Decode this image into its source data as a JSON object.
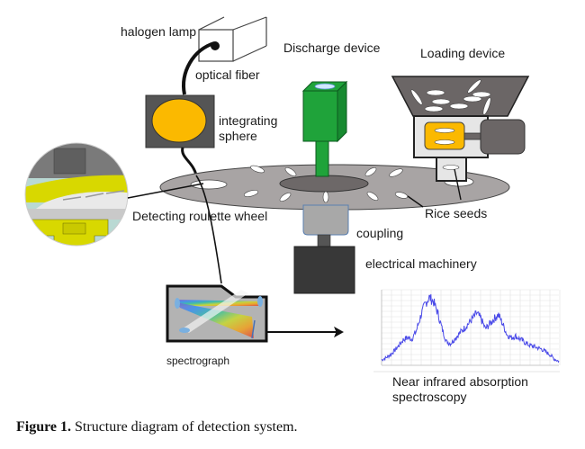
{
  "figure": {
    "caption_label": "Figure 1.",
    "caption_text": " Structure diagram of detection system."
  },
  "labels": {
    "halogen_lamp": "halogen lamp",
    "optical_fiber": "optical fiber",
    "discharge_device": "Discharge device",
    "loading_device": "Loading device",
    "integrating_sphere": "integrating sphere",
    "detecting_roulette_wheel": "Detecting roulette wheel",
    "rice_seeds": "Rice seeds",
    "coupling": "coupling",
    "electrical_machinery": "electrical machinery",
    "spectrograph": "spectrograph",
    "nir_spectroscopy": "Near infrared absorption spectroscopy"
  },
  "colors": {
    "sphere_yellow": "#fbb900",
    "sphere_box": "#555555",
    "discharge_green": "#1fa33a",
    "wheel_gray": "#a8a4a4",
    "hopper_gray": "#6b6666",
    "motor_dark": "#383838",
    "spectrum_blue": "#4a4ae8"
  },
  "spectrum_profile": [
    0.05,
    0.08,
    0.12,
    0.18,
    0.25,
    0.33,
    0.36,
    0.34,
    0.45,
    0.65,
    0.82,
    0.92,
    0.86,
    0.7,
    0.48,
    0.3,
    0.28,
    0.35,
    0.42,
    0.48,
    0.55,
    0.62,
    0.7,
    0.62,
    0.48,
    0.55,
    0.62,
    0.68,
    0.55,
    0.4,
    0.36,
    0.38,
    0.34,
    0.3,
    0.26,
    0.24,
    0.22,
    0.2,
    0.16,
    0.12,
    0.06,
    0.03
  ]
}
